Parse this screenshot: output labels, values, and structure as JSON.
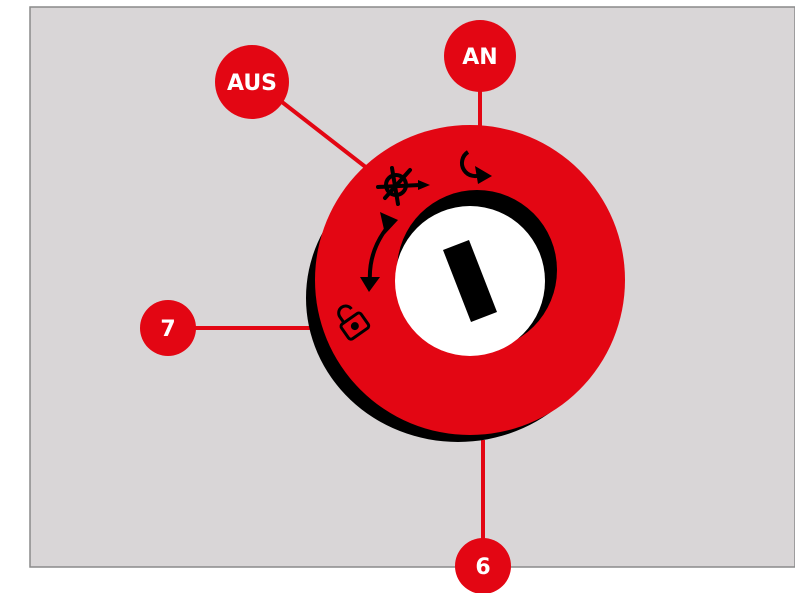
{
  "colors": {
    "background_panel": "#d9d6d7",
    "panel_border": "#8a8a8a",
    "accent_red": "#e30613",
    "shadow_black": "#000000",
    "key_face": "#ffffff"
  },
  "callouts": {
    "aus_label": "AUS",
    "an_label": "AN",
    "number_7": "7",
    "number_6": "6"
  },
  "icons": {
    "off_symbol": "crossed-ignition-icon",
    "on_symbol": "rotate-clockwise-icon",
    "lock_symbol": "padlock-icon",
    "turn_arrow": "double-headed-arc-arrow-icon",
    "key_slot": "key-slot-icon"
  }
}
